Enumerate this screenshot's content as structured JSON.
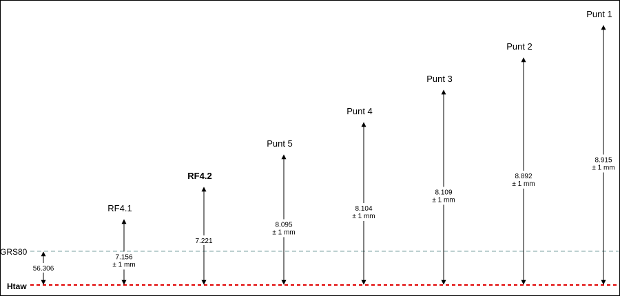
{
  "reference_lines": {
    "grs80": {
      "label": "GRS80",
      "color": "#7aa0a0"
    },
    "htaw": {
      "label": "Htaw",
      "color": "#e00000"
    }
  },
  "offset": {
    "value": "56.306"
  },
  "points": [
    {
      "name": "RF4.1",
      "value": "7.156",
      "tolerance": "± 1 mm",
      "bold": false,
      "height": 7.156
    },
    {
      "name": "RF4.2",
      "value": "7.221",
      "tolerance": "",
      "bold": true,
      "height": 7.221
    },
    {
      "name": "Punt 5",
      "value": "8.095",
      "tolerance": "± 1 mm",
      "bold": false,
      "height": 8.095
    },
    {
      "name": "Punt 4",
      "value": "8.104",
      "tolerance": "± 1 mm",
      "bold": false,
      "height": 8.104
    },
    {
      "name": "Punt 3",
      "value": "8.109",
      "tolerance": "± 1 mm",
      "bold": false,
      "height": 8.109
    },
    {
      "name": "Punt 2",
      "value": "8.892",
      "tolerance": "± 1 mm",
      "bold": false,
      "height": 8.892
    },
    {
      "name": "Punt 1",
      "value": "8.915",
      "tolerance": "± 1 mm",
      "bold": false,
      "height": 8.915
    }
  ]
}
